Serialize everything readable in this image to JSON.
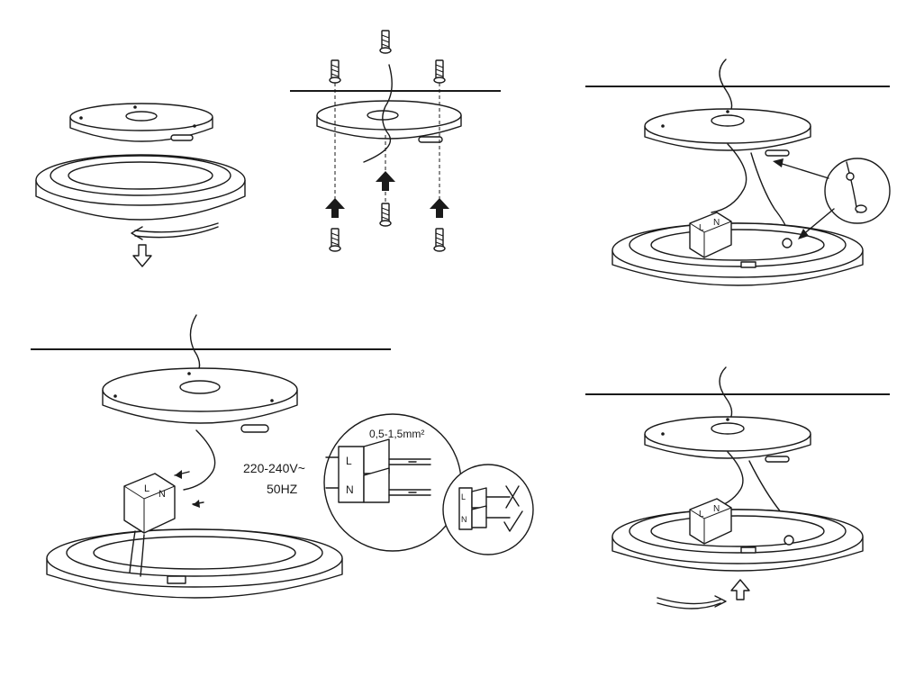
{
  "labels": {
    "voltage": "220-240V~",
    "frequency": "50HZ",
    "wire_gauge": "0,5-1,5mm²",
    "live": "L",
    "neutral": "N"
  },
  "colors": {
    "ink": "#1a1a1a",
    "background": "#ffffff"
  }
}
